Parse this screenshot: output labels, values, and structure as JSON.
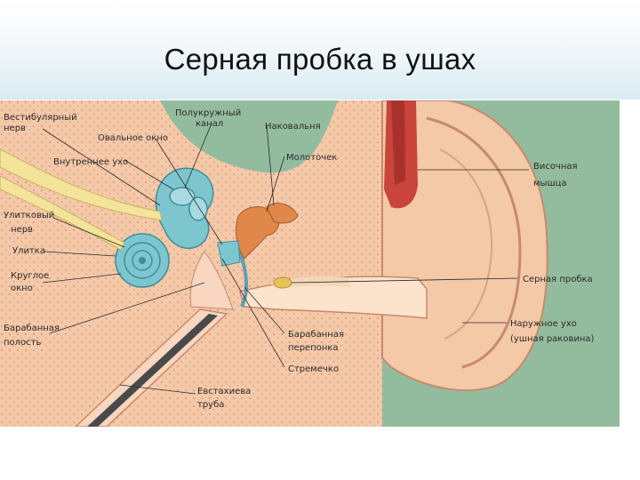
{
  "title": "Серная пробка в ушах",
  "labels": {
    "vestibular_nerve": [
      "Вестибулярный",
      "нерв"
    ],
    "semicircular_canal": [
      "Полукружный",
      "канал"
    ],
    "incus": "Наковальня",
    "oval_window": "Овальное окно",
    "inner_ear": "Внутреннее ухо",
    "malleus": "Молоточек",
    "temporal_muscle": [
      "Височная",
      "мышца"
    ],
    "cochlear_nerve": [
      "Улитковый",
      "нерв"
    ],
    "cochlea": "Улитка",
    "round_window": [
      "Круглое",
      "окно"
    ],
    "earwax_plug": "Серная пробка",
    "tympanic_cavity": [
      "Барабанная",
      "полость"
    ],
    "eardrum": [
      "Барабанная",
      "перепонка"
    ],
    "outer_ear": [
      "Наружное ухо",
      "(ушная раковина)"
    ],
    "stapes": "Стремечко",
    "eustachian_tube": [
      "Евстахиева",
      "труба"
    ]
  },
  "colors": {
    "background_green": "#8fb89a",
    "tissue": "#f3c9a8",
    "bone": "#efa9a0",
    "inner_ear": "#7ec6cf",
    "muscle": "#c9443a",
    "ossicles": "#e0874a",
    "nerve": "#f4e39a",
    "text": "#2a2a2a"
  }
}
